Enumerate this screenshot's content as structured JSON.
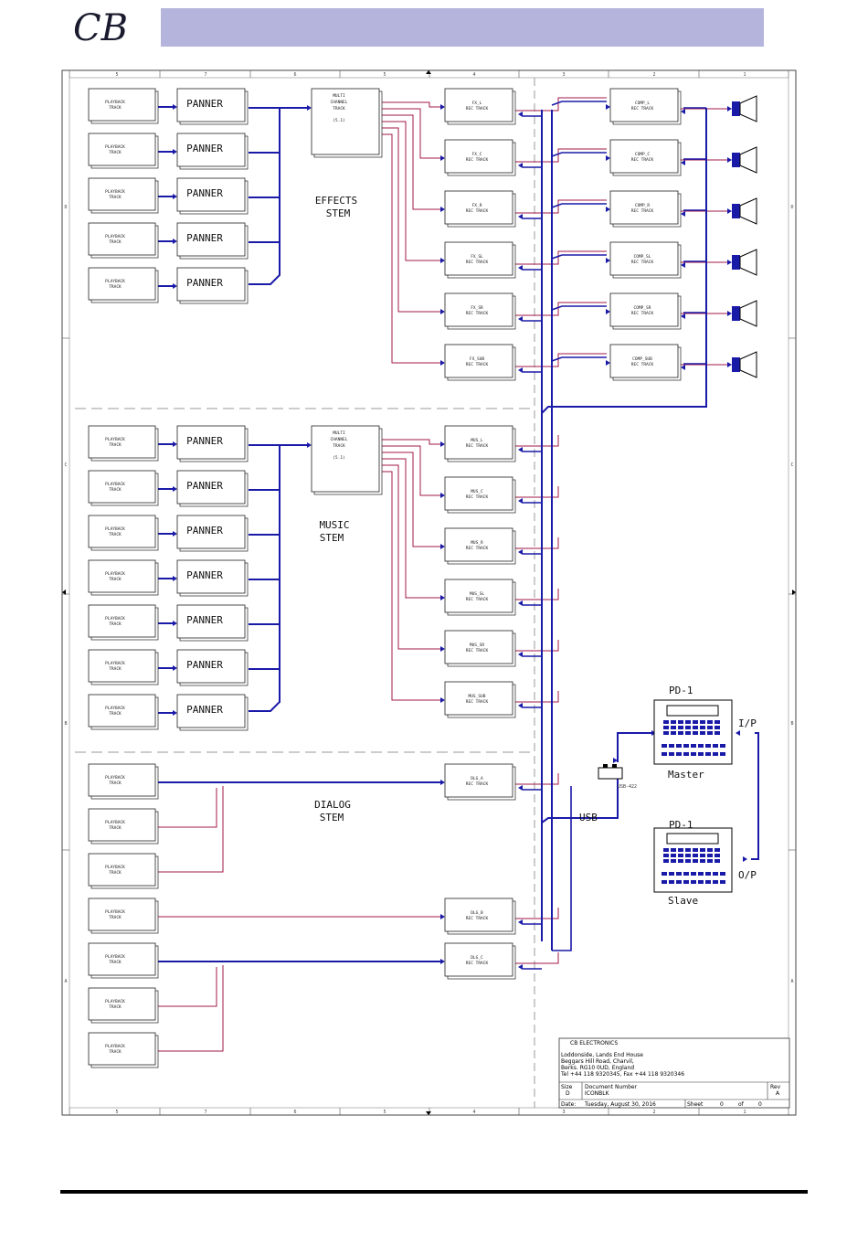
{
  "logo": {
    "text": "CB"
  },
  "colors": {
    "bus": "#1a1aa8",
    "wire": "#a01848",
    "box": "#222222",
    "header": "#b4b4dc"
  },
  "col_labels": [
    "5",
    "7",
    "6",
    "5",
    "4",
    "3",
    "2",
    "1"
  ],
  "row_labels": [
    "D",
    "C",
    "B",
    "A"
  ],
  "labels": {
    "playback": [
      "PLAYBACK",
      "TRACK"
    ],
    "panner": "PANNER",
    "multi_channel": [
      "MULTI",
      "CHANNEL",
      "TRACK",
      "(5.1)"
    ],
    "rec_track": "REC TRACK"
  },
  "stems": {
    "effects": [
      "EFFECTS",
      "STEM"
    ],
    "music": [
      "MUSIC",
      "STEM"
    ],
    "dialog": [
      "DIALOG",
      "STEM"
    ]
  },
  "fx_rec": [
    "FX_L",
    "FX_C",
    "FX_R",
    "FX_SL",
    "FX_SR",
    "FX_SUB"
  ],
  "comp_rec": [
    "COMP_L",
    "COMP_C",
    "COMP_R",
    "COMP_SL",
    "COMP_SR",
    "COMP_SUB"
  ],
  "mus_rec": [
    "MUS_L",
    "MUS_C",
    "MUS_R",
    "MUS_SL",
    "MUS_SR",
    "MUS_SUB"
  ],
  "dlg_rec": [
    "DLG_A",
    "DLG_B",
    "DLG_C"
  ],
  "devices": {
    "master": {
      "title": "PD-1",
      "caption": "Master",
      "port": "I/P"
    },
    "slave": {
      "title": "PD-1",
      "caption": "Slave",
      "port": "O/P"
    },
    "usb": "USB",
    "hub": "USB-422"
  },
  "title_block": {
    "company": "CB ELECTRONICS",
    "address": [
      "Loddonside, Lands End House",
      "Beggars Hill Road, Charvil,",
      "Berks. RG10 0UD, England",
      "Tel +44 118 9320345, Fax +44 118 9320346"
    ],
    "size_label": "Size",
    "size_value": "D",
    "docnum_label": "Document Number",
    "docnum_value": "ICONBLK",
    "rev_label": "Rev",
    "rev_value": "A",
    "date_label": "Date:",
    "date_value": "Tuesday, August 30, 2016",
    "sheet_label": "Sheet",
    "sheet_value": "0",
    "of_label": "of",
    "of_value": "0"
  }
}
